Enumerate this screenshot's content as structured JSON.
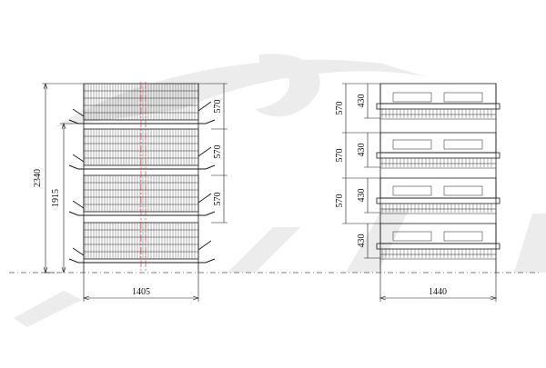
{
  "colors": {
    "line": "#1a1a1a",
    "center": "#c0262d",
    "watermark": "#ececec",
    "ground": "#555555"
  },
  "front_view": {
    "overall_height": "2340",
    "working_height": "1915",
    "width": "1405",
    "tier_spacing": [
      "570",
      "570",
      "570"
    ]
  },
  "side_view": {
    "width": "1440",
    "tier_spacing": [
      "570",
      "570",
      "570"
    ],
    "cage_heights": [
      "430",
      "430",
      "430",
      "430"
    ]
  }
}
